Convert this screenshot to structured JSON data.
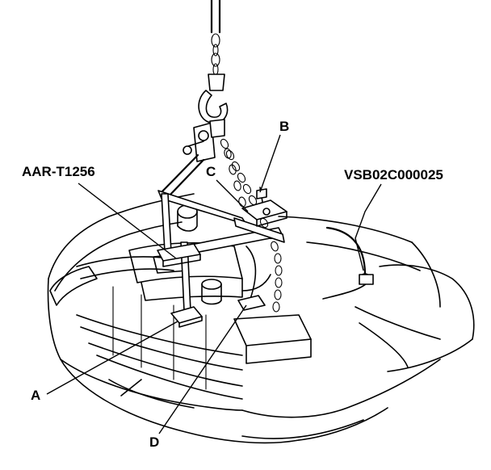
{
  "callouts": {
    "tool": "AAR-T1256",
    "part": "VSB02C000025",
    "a": "A",
    "b": "B",
    "c": "C",
    "d": "D"
  }
}
